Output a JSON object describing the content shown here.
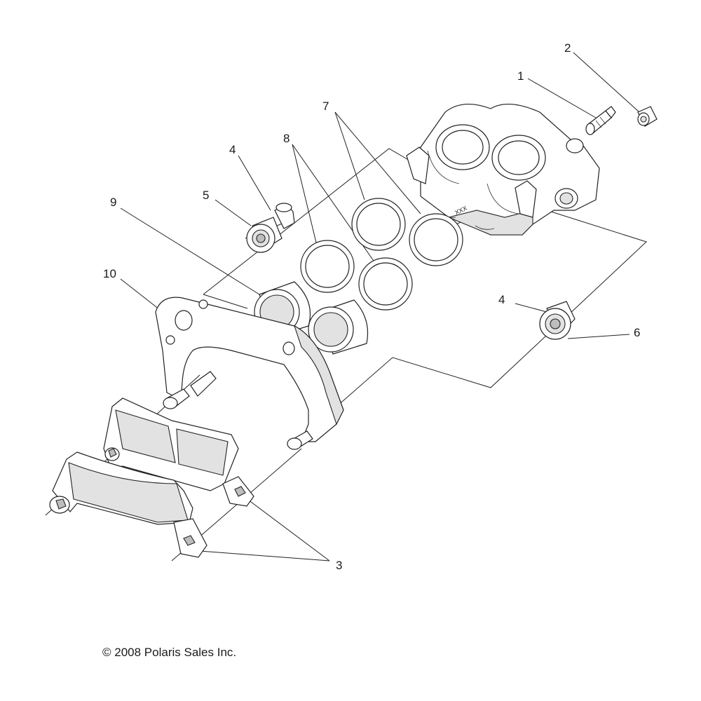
{
  "diagram": {
    "callouts": [
      {
        "id": "c1",
        "label": "1"
      },
      {
        "id": "c2",
        "label": "2"
      },
      {
        "id": "c3",
        "label": "3"
      },
      {
        "id": "c4a",
        "label": "4"
      },
      {
        "id": "c4b",
        "label": "4"
      },
      {
        "id": "c5",
        "label": "5"
      },
      {
        "id": "c6",
        "label": "6"
      },
      {
        "id": "c7",
        "label": "7"
      },
      {
        "id": "c8",
        "label": "8"
      },
      {
        "id": "c9",
        "label": "9"
      },
      {
        "id": "c10",
        "label": "10"
      }
    ],
    "caliper_marking": "XXX",
    "copyright": "© 2008 Polaris Sales Inc."
  }
}
